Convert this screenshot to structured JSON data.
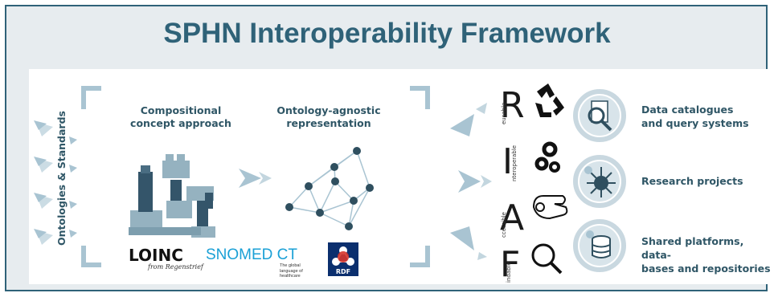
{
  "title": "SPHN Interoperability Framework",
  "side_label": "Ontologies & Standards",
  "sections": {
    "compositional": "Compositional concept approach",
    "ontology_agnostic": "Ontology-agnostic representation"
  },
  "logos": {
    "loinc": "LOINC",
    "loinc_tagline": "from Regenstrief",
    "snomed": "SNOMED CT",
    "snomed_tagline": "The global language of healthcare",
    "rdf": "RDF"
  },
  "fair": [
    {
      "letter": "R",
      "word": "eusable"
    },
    {
      "letter": "I",
      "word": "nteroperable"
    },
    {
      "letter": "A",
      "word": "ccessible"
    },
    {
      "letter": "F",
      "word": "indable"
    }
  ],
  "outputs": [
    {
      "label": "Data catalogues and query systems",
      "line1": "Data catalogues",
      "line2": "and query systems"
    },
    {
      "label": "Research projects",
      "line1": "Research projects",
      "line2": ""
    },
    {
      "label": "Shared platforms, databases and repositories",
      "line1": "Shared platforms, data-",
      "line2": "bases and repositories"
    }
  ],
  "colors": {
    "brand": "#2f6278",
    "accent": "#a9c4d2",
    "node": "#2f4f5f"
  }
}
